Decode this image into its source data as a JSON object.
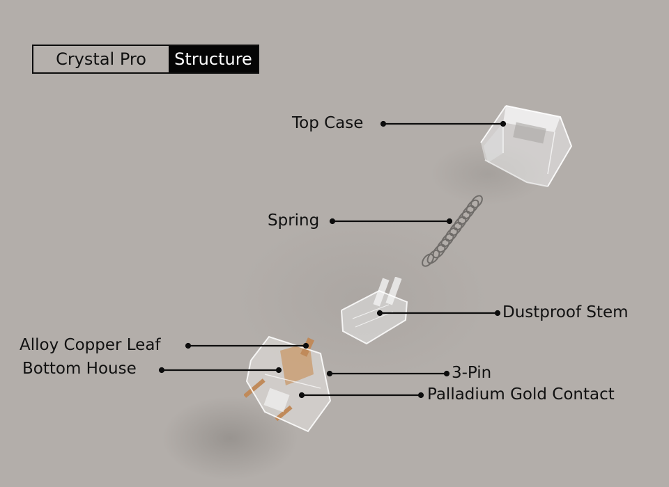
{
  "title": {
    "product": "Crystal Pro",
    "section": "Structure"
  },
  "colors": {
    "background": "#b3aeaa",
    "title_highlight_bg": "#050505",
    "title_highlight_text": "#ffffff",
    "text": "#111111",
    "leaf_copper": "#c9996a"
  },
  "callouts": [
    {
      "label": "Top Case",
      "part": "top-case"
    },
    {
      "label": "Spring",
      "part": "spring"
    },
    {
      "label": "Dustproof Stem",
      "part": "dustproof-stem"
    },
    {
      "label": "Alloy Copper Leaf",
      "part": "alloy-copper-leaf"
    },
    {
      "label": "Bottom House",
      "part": "bottom-house"
    },
    {
      "label": "3-Pin",
      "part": "3-pin"
    },
    {
      "label": "Palladium Gold Contact",
      "part": "palladium-gold-contact"
    }
  ]
}
